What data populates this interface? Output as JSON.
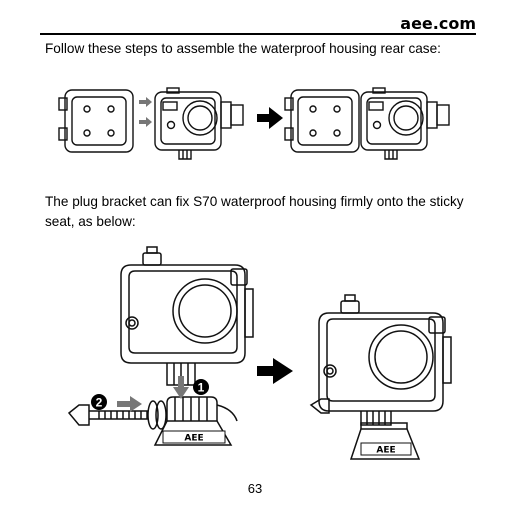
{
  "header": {
    "brand": "aee.com"
  },
  "content": {
    "instruction_1": "Follow these steps to assemble the waterproof housing rear case:",
    "instruction_2": "The plug bracket can fix S70 waterproof housing firmly onto the sticky seat, as below:"
  },
  "figure_2": {
    "step_1_number": "1",
    "step_2_number": "2",
    "mount_logo": "AEE"
  },
  "footer": {
    "page_number": "63"
  }
}
